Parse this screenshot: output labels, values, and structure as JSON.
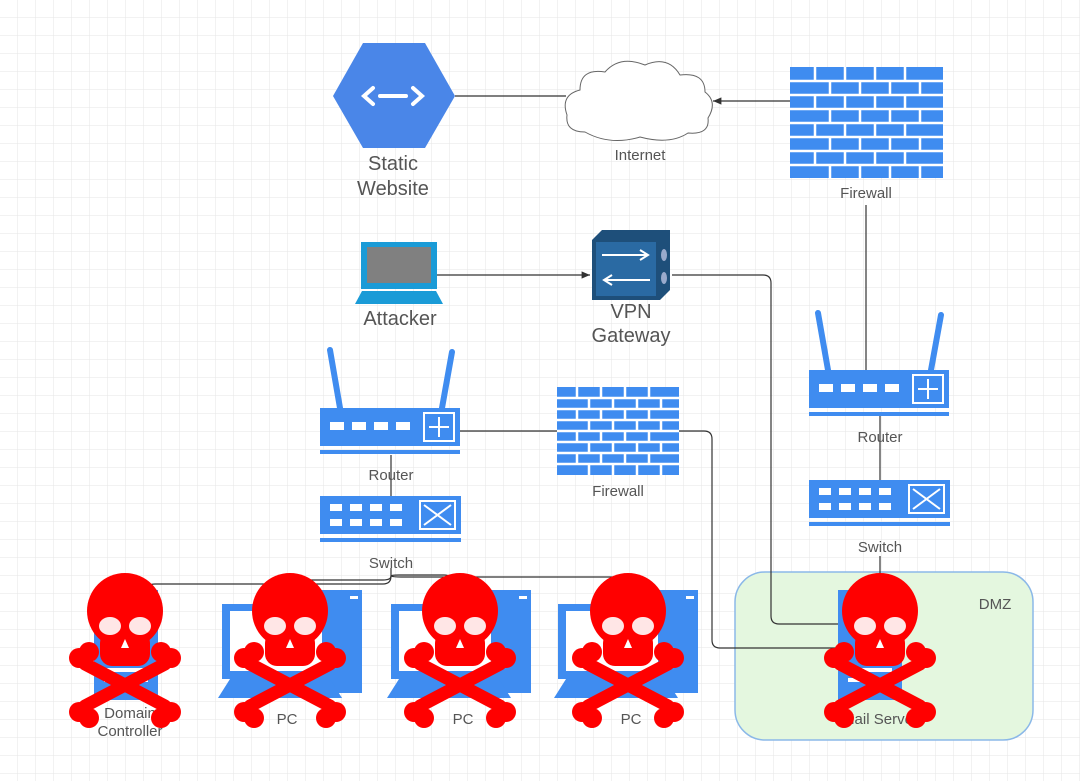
{
  "nodes": {
    "static_website": {
      "line1": "Static",
      "line2": "Website"
    },
    "internet": "Internet",
    "firewall_top": "Firewall",
    "attacker": "Attacker",
    "vpn_gateway": {
      "line1": "VPN",
      "line2": "Gateway"
    },
    "router_left": "Router",
    "firewall_mid": "Firewall",
    "switch_left": "Switch",
    "router_right": "Router",
    "switch_right": "Switch",
    "domain_controller": {
      "line1": "Domain",
      "line2": "Controller"
    },
    "pc1": "PC",
    "pc2": "PC",
    "pc3": "PC",
    "mail_server": "Mail Server",
    "dmz": "DMZ"
  },
  "compromised": [
    "domain_controller",
    "pc1",
    "pc2",
    "pc3",
    "mail_server"
  ],
  "colors": {
    "device_blue": "#3f8cf0",
    "hex_blue": "#4a86e8",
    "skull_red": "#ff0000",
    "dmz_fill": "#e4f7df",
    "dmz_border": "#8bb8e8",
    "vpn_dark": "#1e4f7a"
  }
}
